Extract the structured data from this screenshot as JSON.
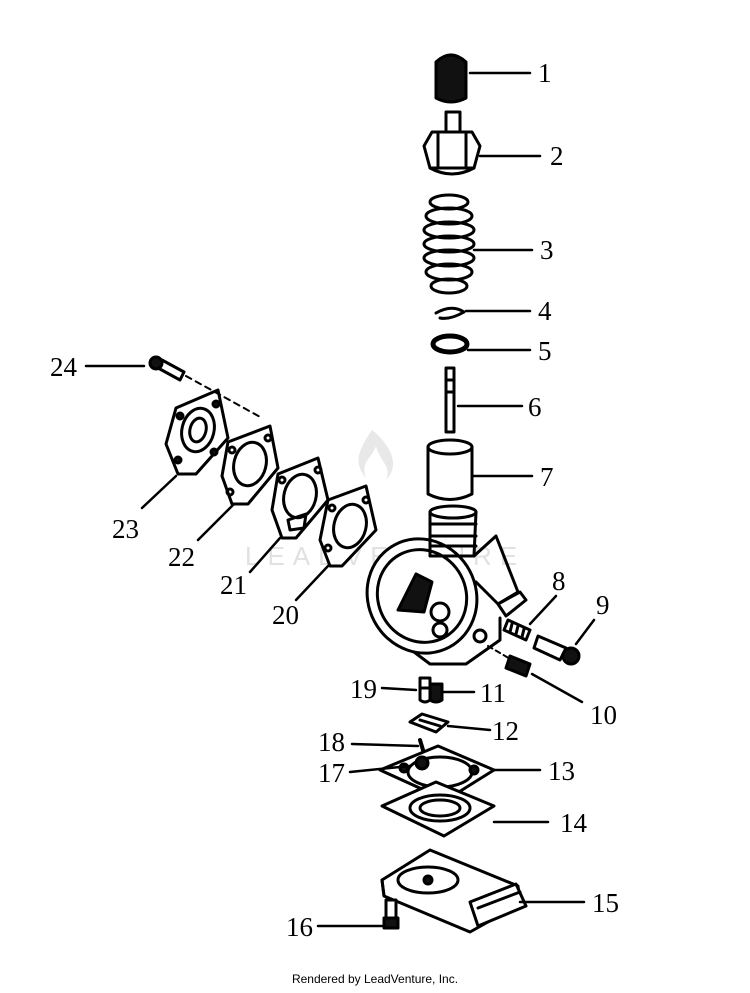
{
  "diagram": {
    "part_numbers": [
      "1",
      "2",
      "3",
      "4",
      "5",
      "6",
      "7",
      "8",
      "9",
      "10",
      "11",
      "12",
      "13",
      "14",
      "15",
      "16",
      "17",
      "18",
      "19",
      "20",
      "21",
      "22",
      "23",
      "24"
    ],
    "watermark_text": "LEADVENTURE",
    "ink_color": "#000000",
    "watermark_color": "#c9c9c9"
  },
  "footer": {
    "credit": "Rendered by LeadVenture, Inc."
  }
}
